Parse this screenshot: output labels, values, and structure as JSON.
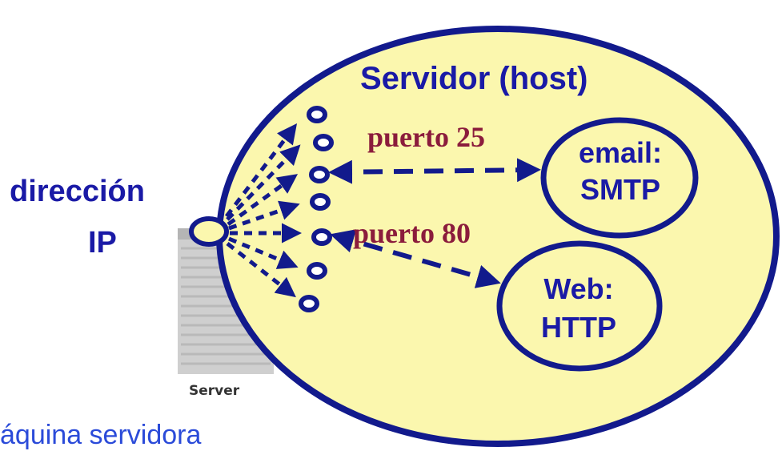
{
  "host_title": "Servidor (host)",
  "ip_label_line1": "dirección",
  "ip_label_line2": "IP",
  "port_25": "puerto 25",
  "port_80": "puerto 80",
  "email_service": {
    "line1": "email:",
    "line2": "SMTP"
  },
  "web_service": {
    "line1": "Web:",
    "line2": "HTTP"
  },
  "server_icon_caption": "Server",
  "machine_caption": "áquina servidora",
  "colors": {
    "host_fill": "#fbf7ae",
    "outline": "#121a8c",
    "label_blue": "#1a1aa6",
    "port_text": "#8b1c3c",
    "machine_text": "#2b4bd9"
  }
}
